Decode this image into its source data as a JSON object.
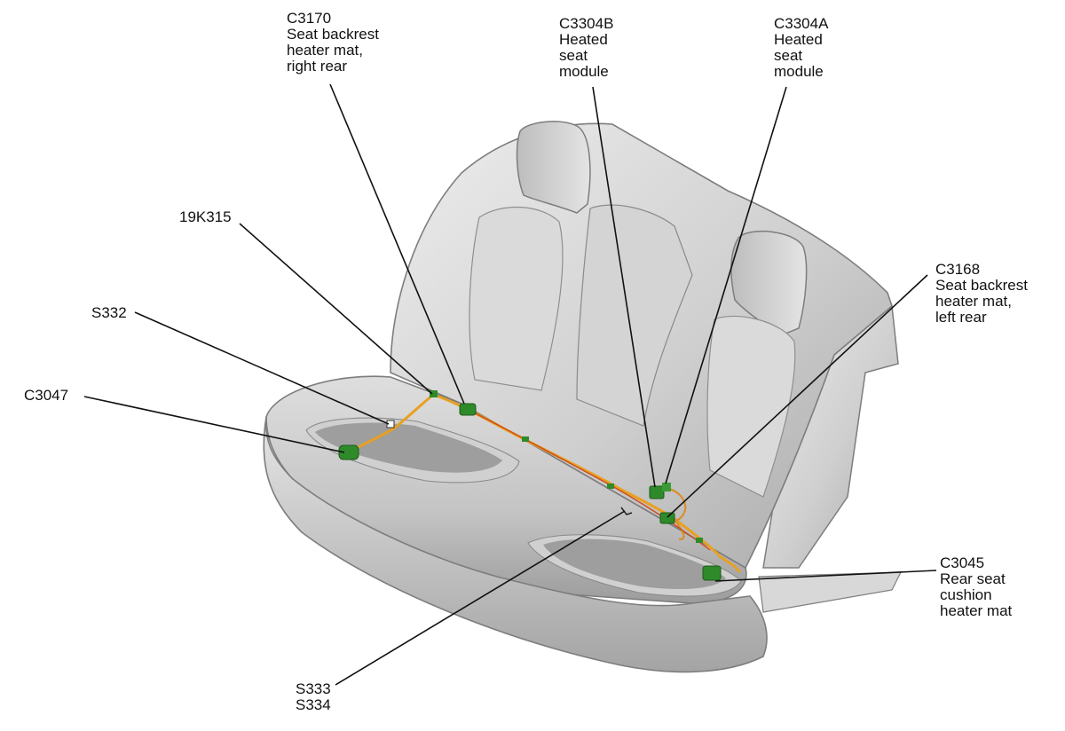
{
  "diagram": {
    "colors": {
      "seat_fill": "#c9c9c9",
      "seat_shade": "#a9a9a9",
      "seat_light": "#ececec",
      "seat_outline": "#7d7d7d",
      "heater_mat": "#8e8e8e",
      "harness": "#e8a020",
      "connector": "#2f8a2a",
      "leader": "#111111"
    },
    "callouts": [
      {
        "id": "c3170",
        "code": "C3170",
        "desc": [
          "Seat backrest",
          "heater mat,",
          "right rear"
        ]
      },
      {
        "id": "c3304b",
        "code": "C3304B",
        "desc": [
          "Heated",
          "seat",
          "module"
        ]
      },
      {
        "id": "c3304a",
        "code": "C3304A",
        "desc": [
          "Heated",
          "seat",
          "module"
        ]
      },
      {
        "id": "19k315",
        "code": "19K315",
        "desc": []
      },
      {
        "id": "c3168",
        "code": "C3168",
        "desc": [
          "Seat backrest",
          "heater mat,",
          "left rear"
        ]
      },
      {
        "id": "s332",
        "code": "S332",
        "desc": []
      },
      {
        "id": "c3047",
        "code": "C3047",
        "desc": []
      },
      {
        "id": "c3045",
        "code": "C3045",
        "desc": [
          "Rear seat",
          "cushion",
          "heater mat"
        ]
      },
      {
        "id": "s333",
        "code": "S333",
        "desc": [
          "S334"
        ]
      }
    ]
  }
}
